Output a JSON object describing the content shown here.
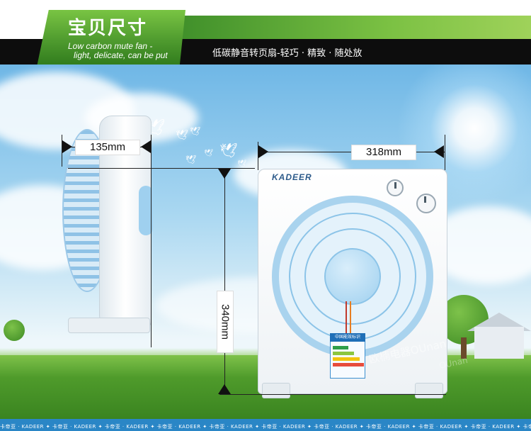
{
  "header": {
    "title": "宝贝尺寸",
    "subtitle_en_line1": "Low carbon mute fan -",
    "subtitle_en_line2": "light, delicate, can be put",
    "slogan_cn": "低碳静音转页扇-轻巧 · 精致 · 随处放"
  },
  "dimensions": {
    "depth": "135mm",
    "width": "318mm",
    "height": "340mm"
  },
  "product": {
    "brand": "KADEER",
    "label_header": "中国能效标识"
  },
  "watermark": {
    "text1": "欧楠电器OUnan",
    "text2": "OUnan"
  },
  "footer": {
    "text": "卡帝亚 · KADEER  ✦  卡帝亚 · KADEER  ✦  卡帝亚 · KADEER  ✦  卡帝亚 · KADEER  ✦  卡帝亚 · KADEER  ✦  卡帝亚 · KADEER  ✦  卡帝亚 · KADEER  ✦  卡帝亚 · KADEER  ✦  卡帝亚 · KADEER  ✦  卡帝亚 · KADEER  ✦  卡帝亚 · KADEER  ✦  卡帝亚 · KADEER"
  },
  "colors": {
    "accent_green": "#4e9a2e",
    "band_black": "#0d0d0d",
    "footer_blue": "#2a86c6",
    "fan_blue": "#a9d3ee"
  }
}
